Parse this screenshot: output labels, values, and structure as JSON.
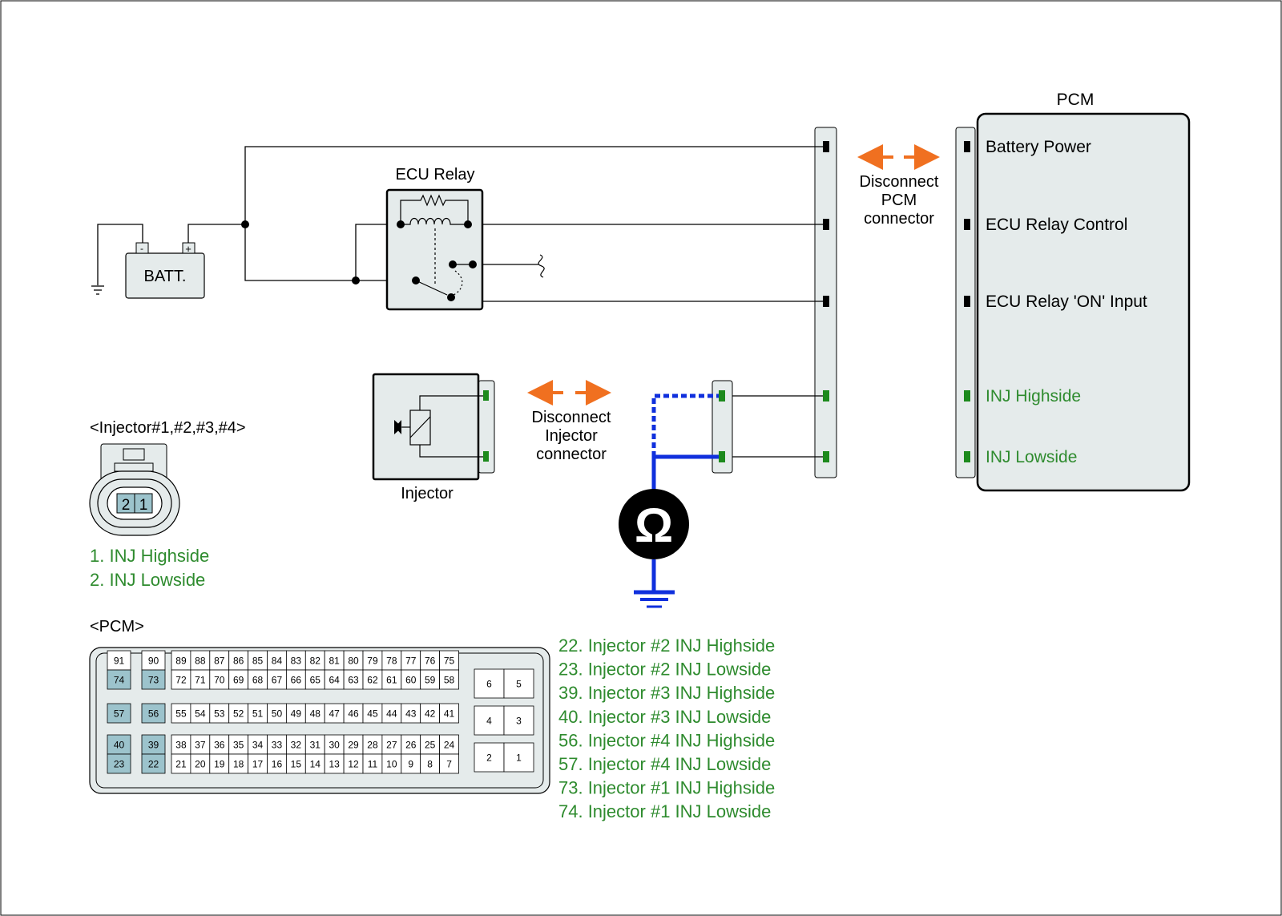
{
  "colors": {
    "line": "#000000",
    "panel_fill": "#e5ebeb",
    "pin_highlight": "#9cc3cc",
    "green_text": "#2e8b2e",
    "green_pin": "#1d8a1d",
    "orange_arrow": "#f07020",
    "probe_blue": "#1030dd"
  },
  "labels": {
    "pcm_title": "PCM",
    "ecu_relay": "ECU Relay",
    "battery": "BATT.",
    "battery_minus": "-",
    "battery_plus": "+",
    "injector": "Injector",
    "disconnect_pcm": [
      "Disconnect",
      "PCM",
      "connector"
    ],
    "disconnect_injector": [
      "Disconnect",
      "Injector",
      "connector"
    ],
    "ohm_symbol": "Ω",
    "pcm_header": "<PCM>",
    "injector_header": "<Injector#1,#2,#3,#4>"
  },
  "pcm_pins": [
    {
      "label": "Battery Power",
      "green": false
    },
    {
      "label": "ECU Relay Control",
      "green": false
    },
    {
      "label": "ECU Relay 'ON' Input",
      "green": false
    },
    {
      "label": "INJ Highside",
      "green": true
    },
    {
      "label": "INJ Lowside",
      "green": true
    }
  ],
  "injector_connector": {
    "pins": [
      "2",
      "1"
    ],
    "legend": [
      "1. INJ Highside",
      "2. INJ Lowside"
    ]
  },
  "pcm_connector": {
    "col_a": [
      [
        "91",
        "74"
      ],
      [
        "57"
      ],
      [
        "40",
        "23"
      ]
    ],
    "col_b": [
      [
        "90",
        "73"
      ],
      [
        "56"
      ],
      [
        "39",
        "22"
      ]
    ],
    "grid_rows": [
      [
        "89",
        "88",
        "87",
        "86",
        "85",
        "84",
        "83",
        "82",
        "81",
        "80",
        "79",
        "78",
        "77",
        "76",
        "75"
      ],
      [
        "72",
        "71",
        "70",
        "69",
        "68",
        "67",
        "66",
        "65",
        "64",
        "63",
        "62",
        "61",
        "60",
        "59",
        "58"
      ],
      [
        "55",
        "54",
        "53",
        "52",
        "51",
        "50",
        "49",
        "48",
        "47",
        "46",
        "45",
        "44",
        "43",
        "42",
        "41"
      ],
      [
        "38",
        "37",
        "36",
        "35",
        "34",
        "33",
        "32",
        "31",
        "30",
        "29",
        "28",
        "27",
        "26",
        "25",
        "24"
      ],
      [
        "21",
        "20",
        "19",
        "18",
        "17",
        "16",
        "15",
        "14",
        "13",
        "12",
        "11",
        "10",
        "9",
        "8",
        "7"
      ]
    ],
    "right_pairs": [
      [
        "6",
        "5"
      ],
      [
        "4",
        "3"
      ],
      [
        "2",
        "1"
      ]
    ],
    "highlighted": [
      "74",
      "73",
      "57",
      "56",
      "40",
      "39",
      "23",
      "22"
    ]
  },
  "pin_legend": [
    "22. Injector #2 INJ Highside",
    "23. Injector #2 INJ Lowside",
    "39. Injector #3 INJ Highside",
    "40. Injector #3 INJ Lowside",
    "56. Injector #4 INJ Highside",
    "57. Injector #4 INJ Lowside",
    "73. Injector #1 INJ Highside",
    "74. Injector #1 INJ Lowside"
  ]
}
